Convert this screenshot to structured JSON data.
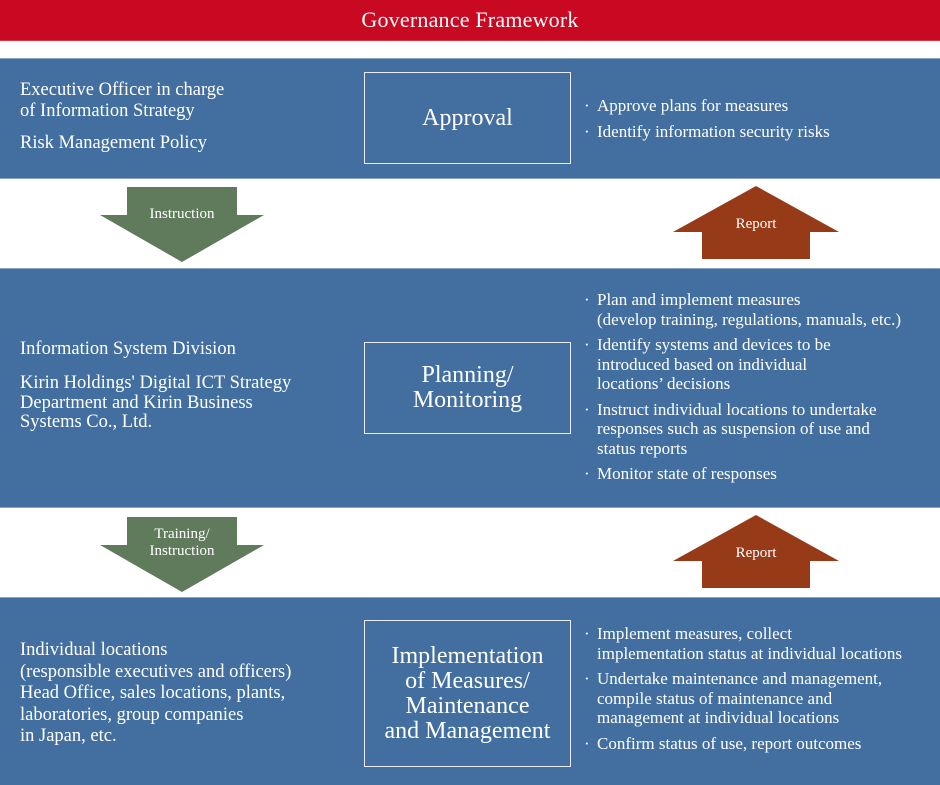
{
  "title": "Governance Framework",
  "colors": {
    "title_bar": "#c90822",
    "band": "#426f9f",
    "instruction_arrow": "#5f7b5c",
    "report_arrow": "#963a17"
  },
  "tiers": [
    {
      "left_lines": [
        "Executive Officer in charge\nof Information Strategy",
        "Risk Management Policy"
      ],
      "stage": "Approval",
      "bullets": [
        "Approve plans for measures",
        "Identify information security risks"
      ]
    },
    {
      "left_lines": [
        "Information System Division",
        "Kirin Holdings' Digital ICT Strategy\nDepartment and Kirin Business\nSystems Co., Ltd."
      ],
      "stage": "Planning/\nMonitoring",
      "bullets": [
        "Plan and implement measures\n(develop training, regulations, manuals, etc.)",
        "Identify systems and devices to be\nintroduced based on individual\nlocations’ decisions",
        "Instruct individual locations to undertake\nresponses such as suspension of use and\nstatus reports",
        "Monitor state of responses"
      ]
    },
    {
      "left_lines": [
        "Individual locations\n(responsible executives and officers)\nHead Office, sales locations, plants,\nlaboratories, group companies\nin Japan, etc."
      ],
      "stage": "Implementation\nof Measures/\nMaintenance\nand Management",
      "bullets": [
        "Implement measures, collect\nimplementation status at individual locations",
        "Undertake maintenance and management,\ncompile status of maintenance and\nmanagement at individual locations",
        "Confirm status of use, report outcomes"
      ]
    }
  ],
  "arrows": {
    "down_1": "Instruction",
    "up_1": "Report",
    "down_2": "Training/\nInstruction",
    "up_2": "Report"
  },
  "bullet_glyph": "·"
}
